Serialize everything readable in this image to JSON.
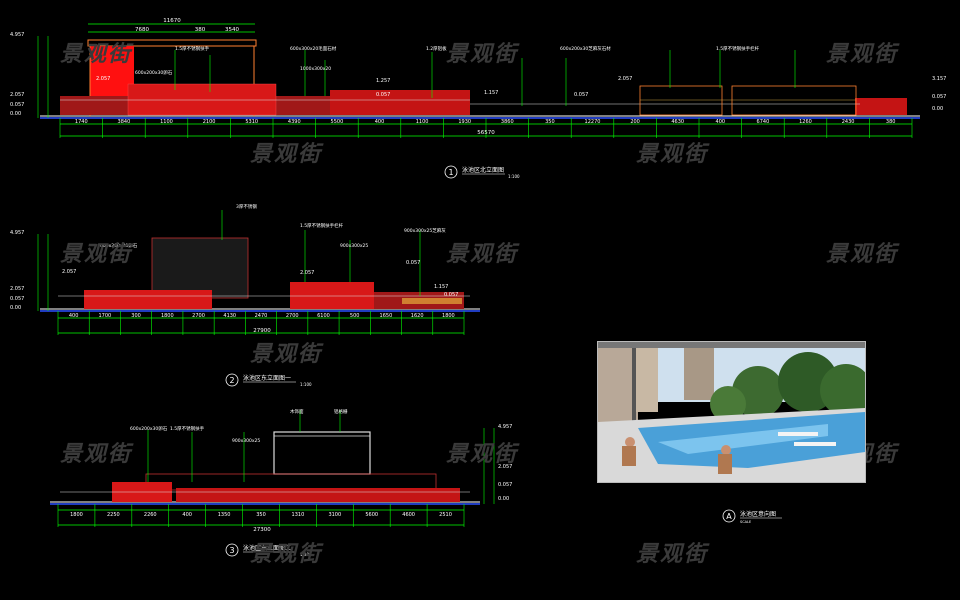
{
  "watermark": "景观街",
  "elevations": [
    {
      "id": "1",
      "title": "泳池区北立面图",
      "scale": "1:100",
      "total_dim": "56570",
      "top_dims": [
        "11670",
        "7680",
        "380",
        "3540"
      ],
      "bottom_dims": [
        "1740",
        "3840",
        "1100",
        "2100",
        "5310",
        "4390",
        "5500",
        "400",
        "1100",
        "1930",
        "3860",
        "350",
        "12270",
        "200",
        "4630",
        "400",
        "6740",
        "1260",
        "2430",
        "380"
      ],
      "levels_left": [
        "4.957",
        "2.057",
        "0.057",
        "0.00"
      ],
      "levels_inline": [
        "2.057",
        "1.257",
        "0.057",
        "1.157",
        "0.057",
        "2.057"
      ],
      "levels_right": [
        "3.157",
        "0.057",
        "0.00"
      ],
      "notes": [
        "600x200x30卵石",
        "1.5厚不锈钢扶手",
        "600x300x20毛面石材",
        "1000x300x20",
        "1.2厚铝板",
        "600x200x30芝麻灰石材",
        "1.5厚不锈钢扶手栏杆"
      ]
    },
    {
      "id": "2",
      "title": "泳池区东立面图一",
      "scale": "1:100",
      "total_dim": "27900",
      "bottom_dims": [
        "400",
        "1700",
        "300",
        "1800",
        "2700",
        "4130",
        "2470",
        "2700",
        "6100",
        "500",
        "1650",
        "1620",
        "1800"
      ],
      "levels_left": [
        "4.957",
        "2.057",
        "0.057",
        "0.00"
      ],
      "levels_inline": [
        "2.057",
        "2.057",
        "0.057",
        "1.157",
        "0.057"
      ],
      "notes": [
        "3厚不锈钢",
        "600x200x30卵石",
        "900x300x25",
        "1.5厚不锈钢扶手栏杆",
        "900x300x25芝麻灰"
      ]
    },
    {
      "id": "3",
      "title": "泳池区东立面图二",
      "scale": "1:100",
      "total_dim": "27300",
      "bottom_dims": [
        "1800",
        "2250",
        "2260",
        "400",
        "1350",
        "350",
        "1310",
        "3100",
        "5600",
        "4600",
        "2510"
      ],
      "levels_right": [
        "4.957",
        "2.057",
        "0.057",
        "0.00"
      ],
      "notes": [
        "600x200x30卵石",
        "1.5厚不锈钢扶手",
        "900x300x25",
        "木饰面",
        "铝格栅"
      ]
    }
  ],
  "photo": {
    "label": "A",
    "title": "泳池区意向图",
    "subtitle": "SCALE"
  }
}
